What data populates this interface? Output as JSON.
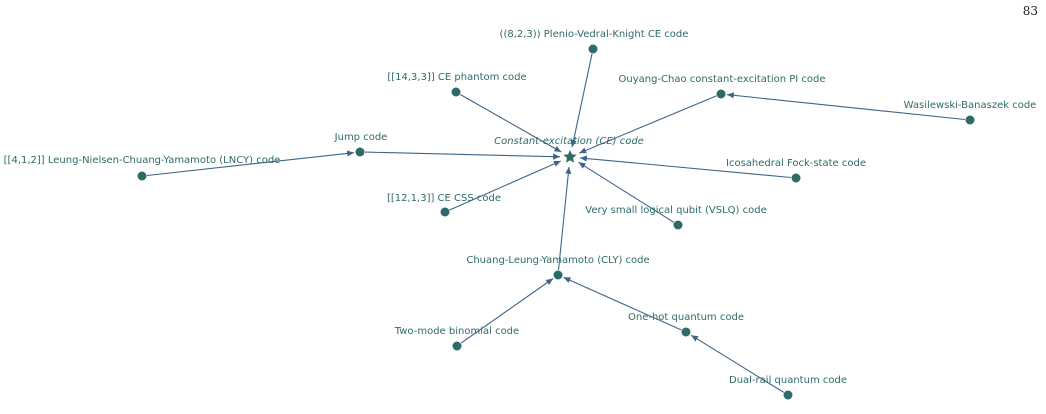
{
  "page_number": "83",
  "colors": {
    "node": "#2e6b68",
    "edge": "#3f648a",
    "label": "#2e6b68"
  },
  "root": {
    "id": "ce",
    "label": "Constant-excitation (CE) code",
    "shape": "star-icon"
  },
  "nodes": [
    {
      "id": "plenio",
      "label": "((8,2,3)) Plenio-Vedral-Knight CE code"
    },
    {
      "id": "phantom",
      "label": "[[14,3,3]] CE phantom code"
    },
    {
      "id": "ouyang",
      "label": "Ouyang-Chao constant-excitation PI code"
    },
    {
      "id": "wasilewski",
      "label": "Wasilewski-Banaszek code"
    },
    {
      "id": "jump",
      "label": "Jump code"
    },
    {
      "id": "lncy",
      "label": "[[4,1,2]] Leung-Nielsen-Chuang-Yamamoto (LNCY) code"
    },
    {
      "id": "icosa",
      "label": "Icosahedral Fock-state code"
    },
    {
      "id": "css",
      "label": "[[12,1,3]] CE CSS code"
    },
    {
      "id": "vslq",
      "label": "Very small logical qubit (VSLQ) code"
    },
    {
      "id": "cly",
      "label": "Chuang-Leung-Yamamoto (CLY) code"
    },
    {
      "id": "binomial",
      "label": "Two-mode binomial code"
    },
    {
      "id": "onehot",
      "label": "One-hot quantum code"
    },
    {
      "id": "dualrail",
      "label": "Dual-rail quantum code"
    }
  ],
  "edges": [
    {
      "from": "plenio",
      "to": "ce"
    },
    {
      "from": "phantom",
      "to": "ce"
    },
    {
      "from": "ouyang",
      "to": "ce"
    },
    {
      "from": "wasilewski",
      "to": "ouyang"
    },
    {
      "from": "jump",
      "to": "ce"
    },
    {
      "from": "lncy",
      "to": "jump"
    },
    {
      "from": "icosa",
      "to": "ce"
    },
    {
      "from": "css",
      "to": "ce"
    },
    {
      "from": "vslq",
      "to": "ce"
    },
    {
      "from": "cly",
      "to": "ce"
    },
    {
      "from": "binomial",
      "to": "cly"
    },
    {
      "from": "onehot",
      "to": "cly"
    },
    {
      "from": "dualrail",
      "to": "onehot"
    }
  ]
}
